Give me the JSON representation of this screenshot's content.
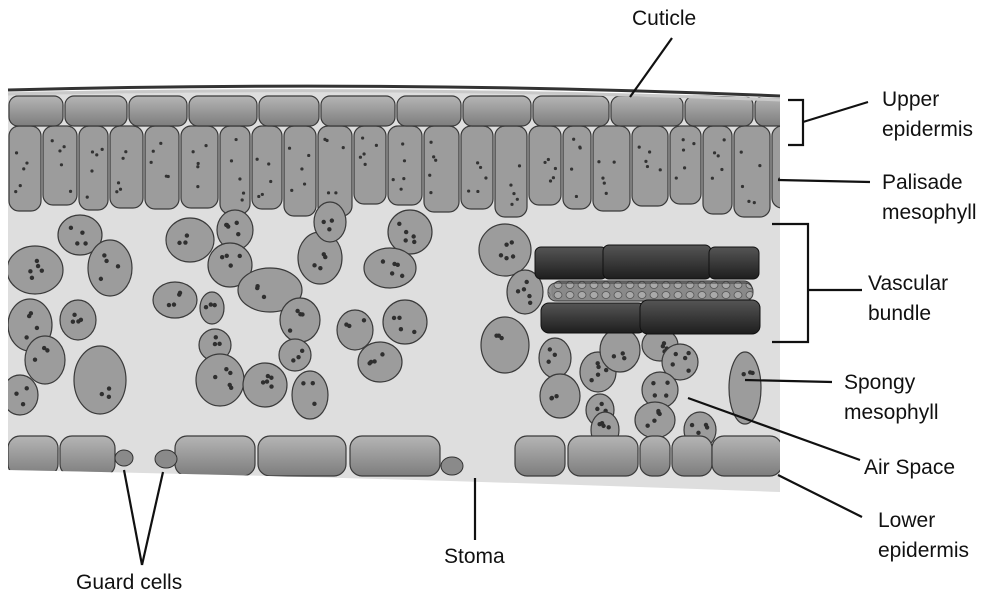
{
  "labels": {
    "cuticle": "Cuticle",
    "upper_epidermis": [
      "Upper",
      "epidermis"
    ],
    "palisade_mesophyll": [
      "Palisade",
      "mesophyll"
    ],
    "vascular_bundle": [
      "Vascular",
      "bundle"
    ],
    "spongy_mesophyll": [
      "Spongy",
      "mesophyll"
    ],
    "air_space": "Air Space",
    "lower_epidermis": [
      "Lower",
      "epidermis"
    ],
    "stoma": "Stoma",
    "guard_cells": "Guard cells"
  },
  "colors": {
    "cell_fill": "#9c9c9c",
    "epidermis_fill": "#8a8a8a",
    "background_tissue": "#dedede",
    "xylem": "#2e2e2e",
    "phloem": "#7a7a7a",
    "outline": "#333333"
  }
}
